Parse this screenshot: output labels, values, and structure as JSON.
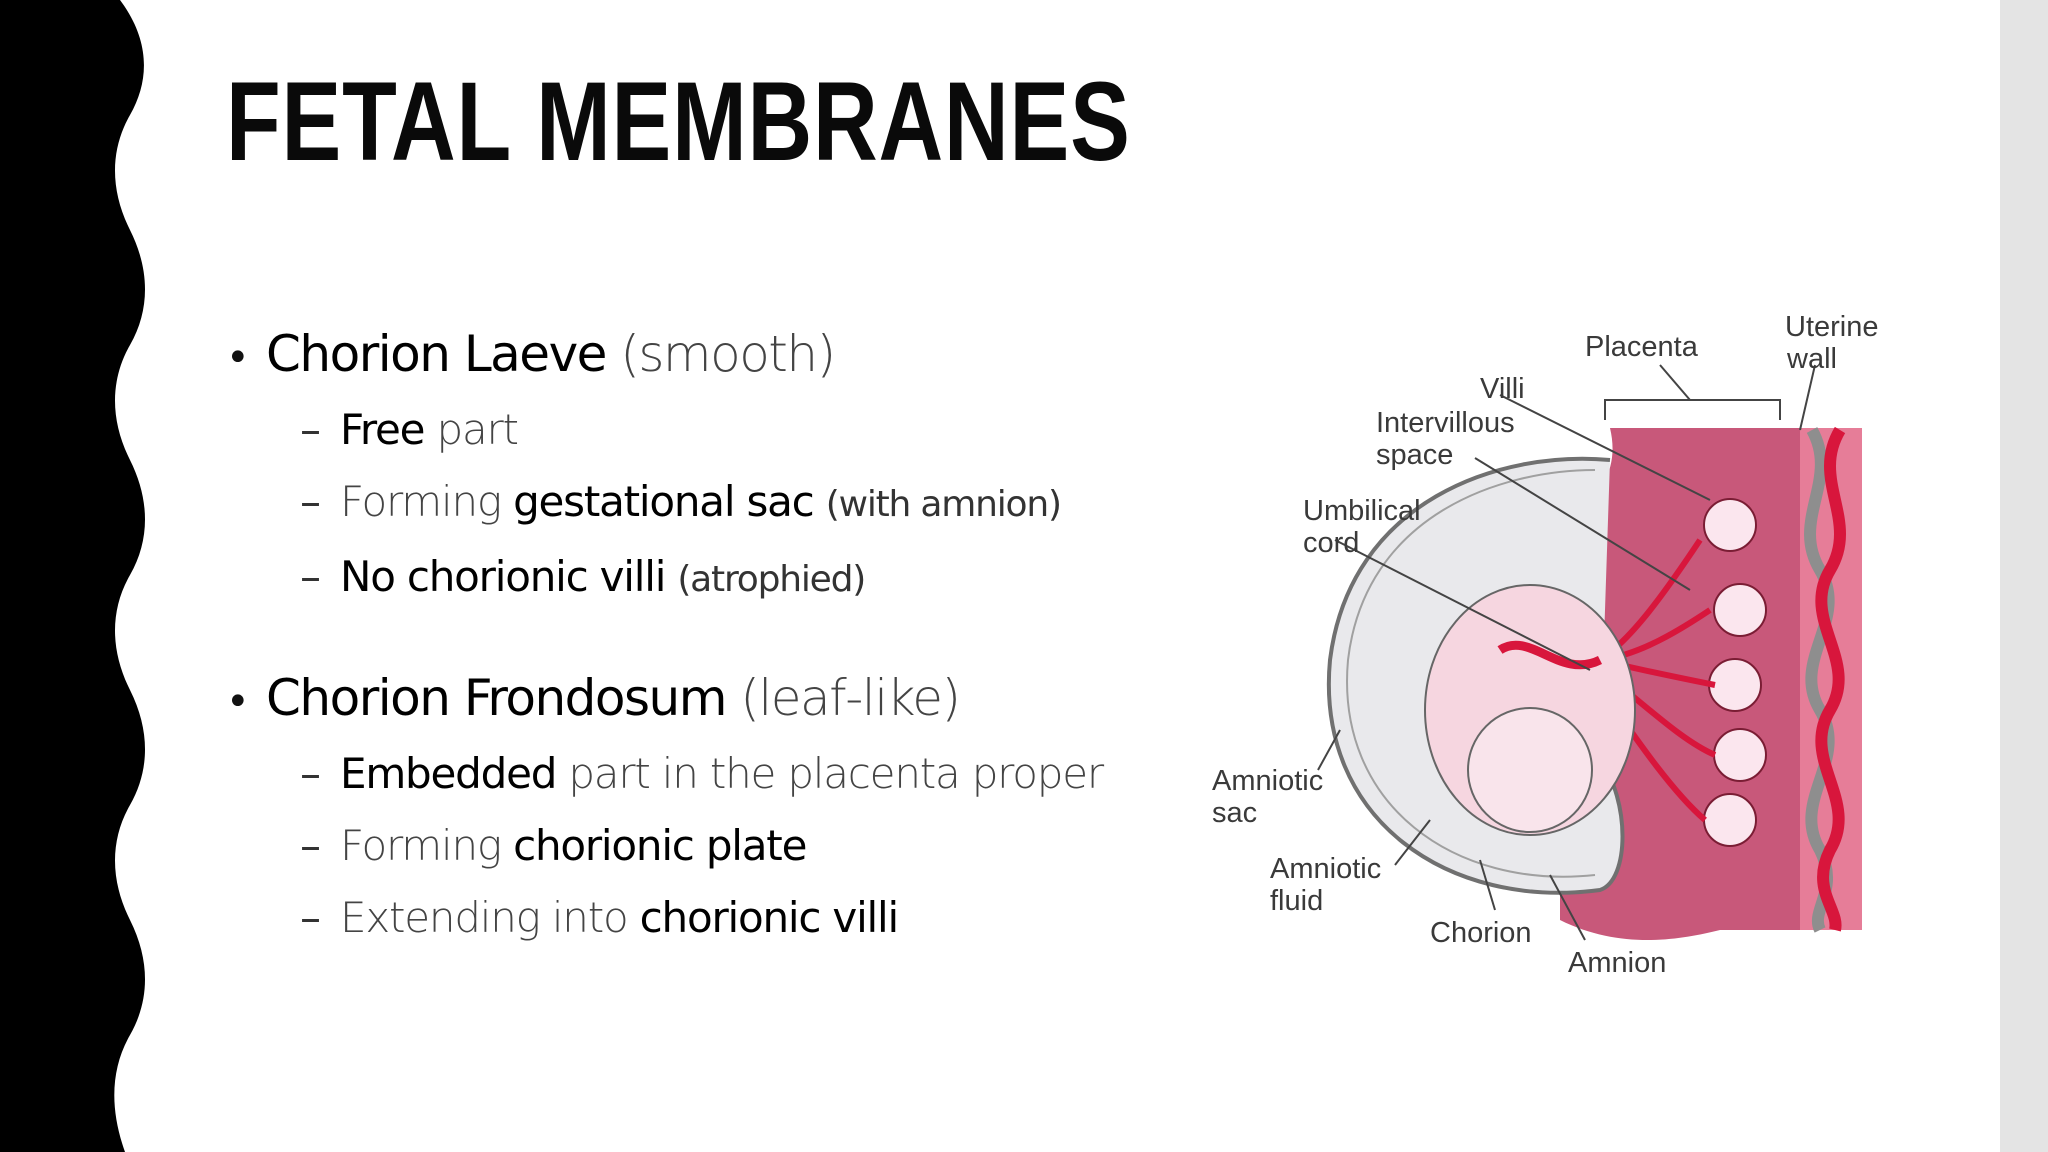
{
  "slide": {
    "title": "FETAL MEMBRANES",
    "sections": [
      {
        "heading": "Chorion Laeve",
        "heading_note": "(smooth)",
        "items": [
          {
            "prefix": "",
            "bold": "Free",
            "suffix": "part",
            "note": ""
          },
          {
            "prefix": "Forming",
            "bold": "gestational sac",
            "suffix": "",
            "note": "(with amnion)"
          },
          {
            "prefix": "",
            "bold": "No chorionic villi",
            "suffix": "",
            "note": "(atrophied)"
          }
        ]
      },
      {
        "heading": "Chorion Frondosum",
        "heading_note": "(leaf-like)",
        "items": [
          {
            "prefix": "",
            "bold": "Embedded",
            "suffix": "part in the placenta proper",
            "note": ""
          },
          {
            "prefix": "Forming",
            "bold": "chorionic plate",
            "suffix": "",
            "note": ""
          },
          {
            "prefix": "Extending into",
            "bold": "chorionic villi",
            "suffix": "",
            "note": ""
          }
        ]
      }
    ]
  },
  "diagram": {
    "labels": {
      "placenta": "Placenta",
      "uterine_wall_1": "Uterine",
      "uterine_wall_2": "wall",
      "villi": "Villi",
      "intervillous_1": "Intervillous",
      "intervillous_2": "space",
      "umbilical_1": "Umbilical",
      "umbilical_2": "cord",
      "amniotic_sac_1": "Amniotic",
      "amniotic_sac_2": "sac",
      "amniotic_fluid_1": "Amniotic",
      "amniotic_fluid_2": "fluid",
      "chorion": "Chorion",
      "amnion": "Amnion"
    }
  },
  "colors": {
    "background": "#ffffff",
    "wave": "#000000",
    "right_strip": "#e4e4e4",
    "placenta": "#c8587a",
    "vessel_red": "#d8163c",
    "vessel_gray": "#8e8e8e",
    "sac": "#e9e9ec",
    "fetus": "#f6d6e0"
  }
}
